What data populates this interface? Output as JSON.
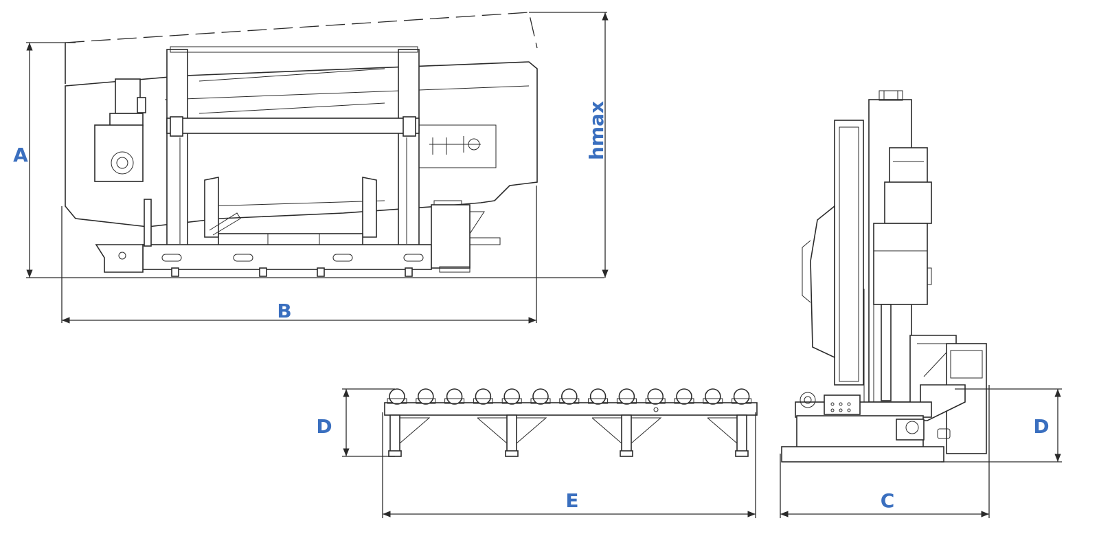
{
  "labels": {
    "a": "A",
    "b": "B",
    "c": "C",
    "d_left": "D",
    "d_right": "D",
    "e": "E",
    "hmax": "hmax"
  },
  "colors": {
    "label": "#3a6fbf",
    "line": "#2a2a2a",
    "background": "#ffffff"
  }
}
